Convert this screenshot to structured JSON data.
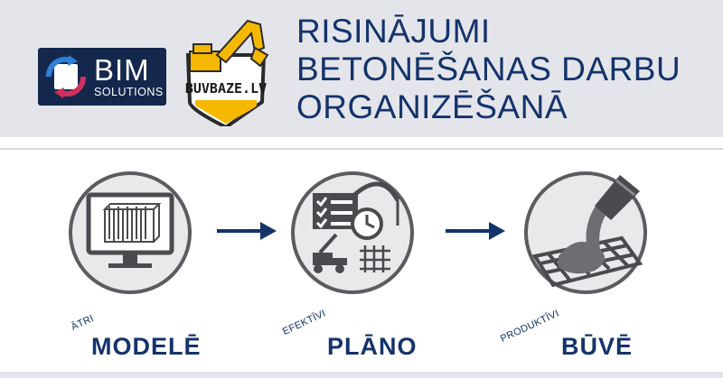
{
  "logos": {
    "bim": {
      "word": "BIM",
      "sub": "SOLUTIONS"
    },
    "buvbaze": {
      "word": "BUVBAZE.LV"
    }
  },
  "title": {
    "lines": [
      "RISINĀJUMI",
      "BETONĒŠANAS DARBU",
      "ORGANIZĒŠANĀ"
    ]
  },
  "steps": [
    {
      "adjective": "ĀTRI",
      "label": "MODELĒ",
      "icon": "monitor-rebar-icon"
    },
    {
      "adjective": "EFEKTĪVI",
      "label": "PLĀNO",
      "icon": "plan-schedule-icon"
    },
    {
      "adjective": "PRODUKTĪVI",
      "label": "BŪVĒ",
      "icon": "concrete-pour-icon"
    }
  ],
  "colors": {
    "header_bg": "#e4e5ea",
    "title": "#14336b",
    "bim_bg": "#14284d",
    "buv_accent": "#f5b800",
    "circle_fill": "#e9e9ec",
    "circle_stroke": "#5b5b60",
    "arrow": "#14336b"
  }
}
